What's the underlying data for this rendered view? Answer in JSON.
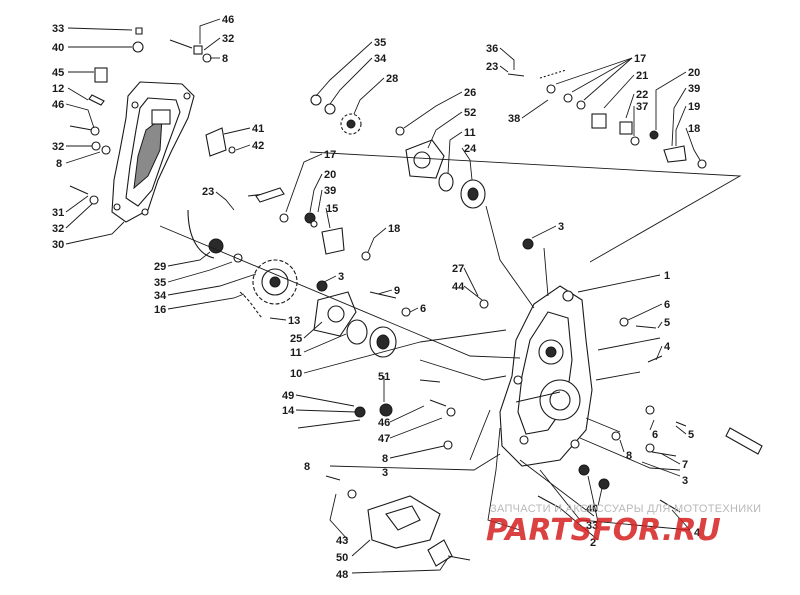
{
  "watermark": {
    "caption": "ЗАПЧАСТИ И АКСЕССУАРЫ ДЛЯ МОТОТЕХНИКИ",
    "logo": "PARTSFOR.RU"
  },
  "callouts": {
    "c1": "33",
    "c2": "40",
    "c3": "45",
    "c4": "12",
    "c5": "46",
    "c6": "32",
    "c7": "8",
    "c8": "31",
    "c9": "32",
    "c10": "30",
    "c11": "46",
    "c12": "32",
    "c13": "8",
    "c14": "41",
    "c15": "42",
    "c16": "23",
    "c17": "29",
    "c18": "35",
    "c19": "34",
    "c20": "16",
    "c21": "13",
    "c22": "25",
    "c23": "11",
    "c24": "10",
    "c25": "35",
    "c26": "34",
    "c27": "28",
    "c28": "17",
    "c29": "20",
    "c30": "39",
    "c31": "15",
    "c32": "18",
    "c33": "3",
    "c34": "9",
    "c35": "6",
    "c36": "26",
    "c37": "52",
    "c38": "11",
    "c39": "24",
    "c40": "36",
    "c41": "23",
    "c42": "38",
    "c43": "17",
    "c44": "21",
    "c45": "22",
    "c46": "37",
    "c47": "20",
    "c48": "39",
    "c49": "19",
    "c50": "18",
    "c51": "3",
    "c52": "27",
    "c53": "44",
    "c54": "1",
    "c55": "6",
    "c56": "5",
    "c57": "4",
    "c58": "51",
    "c59": "49",
    "c60": "14",
    "c61": "46",
    "c62": "47",
    "c63": "8",
    "c64": "3",
    "c65": "6",
    "c66": "5",
    "c67": "8",
    "c68": "7",
    "c69": "3",
    "c70": "40",
    "c71": "33",
    "c72": "2",
    "c73": "4",
    "c74": "43",
    "c75": "50",
    "c76": "48",
    "c77": "8"
  }
}
